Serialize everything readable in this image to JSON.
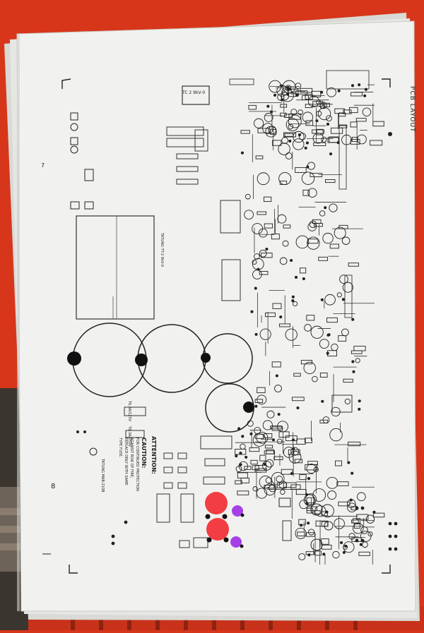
{
  "sheet": {
    "heading": "PCB LAYOUT",
    "page_number": "8",
    "side_mark": "7"
  },
  "silkscreen": {
    "caution_title": "CAUTION:",
    "caution_lines": [
      "FOR CONTINUED PROTECTION",
      "AGAINST RISK OF FIRE,",
      "REPLACE ONLY WITH SAME",
      "TYPE FUSE."
    ],
    "attention_title": "ATTENTION:",
    "fuse_a": "T6.3A/125V",
    "fuse_b": "T6.3A/250V",
    "transformer_a": "TC 2 9kV-0",
    "transformer_b": "TATUNG TT-2 9kV-0",
    "board_id": "TATUNG MAB-210B"
  },
  "colors": {
    "table": "#d7361a",
    "paper": "#f1f2ef",
    "ink": "#1c1c1c",
    "highlight_red": "#f23d42",
    "highlight_purple": "#a640e6"
  }
}
